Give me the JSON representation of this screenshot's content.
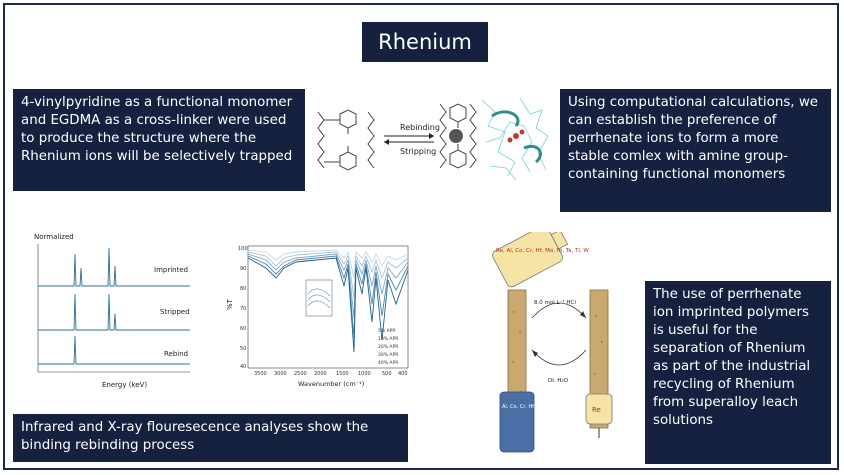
{
  "title": "Rhenium",
  "boxes": {
    "top_left": "4-vinylpyridine as a functional monomer and EGDMA as a cross-linker were used to produce the structure where the Rhenium ions will be selectively trapped",
    "top_right": "Using computational calculations, we can establish the preference of perrhenate ions to form a more stable comlex with amine group-containing functional monomers",
    "bottom_left": "Infrared and X-ray flouresecence analyses show the binding rebinding process",
    "bottom_right": "The use of perrhenate ion imprinted polymers is useful for the separation of Rhenium as part of the industrial recycling of Rhenium from superalloy leach solutions"
  },
  "scheme": {
    "rebinding": "Rebinding",
    "stripping": "Stripping"
  },
  "xrf": {
    "ylabel": "Normalized",
    "xlabel": "Energy (keV)",
    "traces": [
      "Imprinted",
      "Stripped",
      "Rebind"
    ]
  },
  "ftir": {
    "ylabel": "%T",
    "xlabel": "Wavenumber (cm⁻¹)",
    "x_ticks": [
      "3500",
      "3000",
      "2500",
      "2000",
      "1500",
      "1000",
      "500",
      "400"
    ],
    "y_ticks": [
      "100",
      "90",
      "80",
      "70",
      "60",
      "50",
      "40"
    ],
    "legend": [
      "5% APR",
      "10% APR",
      "20% APR",
      "30% APR",
      "40% APR"
    ]
  },
  "column": {
    "top_bottle": "Re, Al, Co, Cr, Hf, Mo, Ni, Ta, Ti, W",
    "acid": "8.0 mol L⁻¹ HCl",
    "water": "DI. H₂O",
    "waste": "Al, Co, Cr, Hf, Mo, Ni, Ta, Ti, W",
    "product": "Re"
  }
}
